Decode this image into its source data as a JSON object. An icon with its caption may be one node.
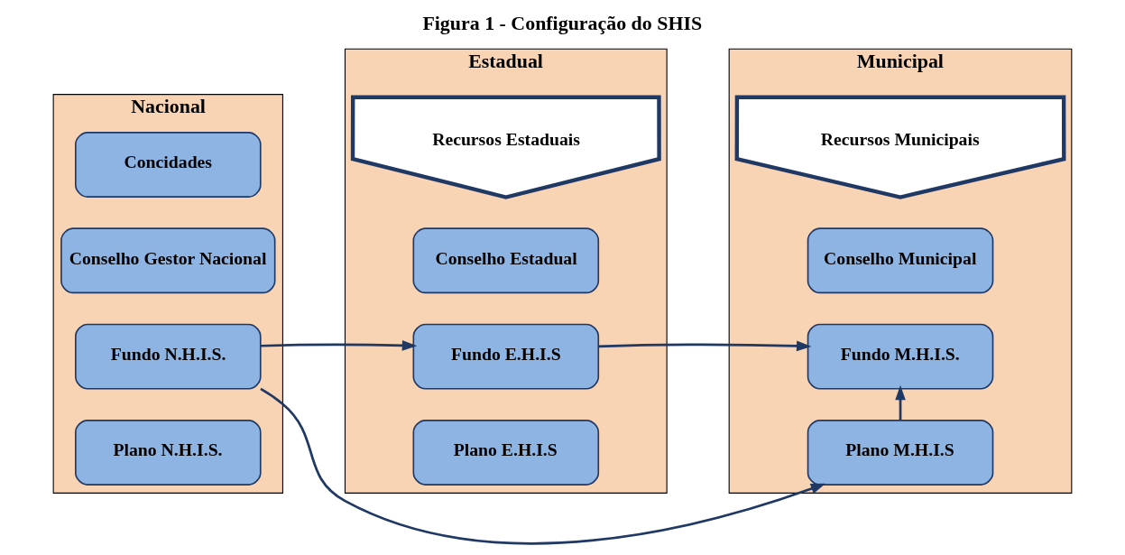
{
  "diagram": {
    "title": "Figura 1 - Configuração do SHIS",
    "nodes": [
      {
        "text": [
          "Nacional"
        ]
      },
      {
        "text": [
          "Concidades"
        ],
        "in": 0
      },
      {
        "text": [
          "Conselho Gestor Nacional"
        ],
        "in": 0
      },
      {
        "text": [
          "Fundo N.H.I.S."
        ],
        "in": 0
      },
      {
        "text": [
          "Plano N.H.I.S."
        ],
        "in": 0
      },
      {
        "text": [
          "Estadual"
        ]
      },
      {
        "text": [
          "Recursos Estaduais"
        ],
        "in": 5
      },
      {
        "text": [
          "Conselho Estadual"
        ],
        "in": 5
      },
      {
        "text": [
          "Fundo E.H.I.S"
        ],
        "in": 5
      },
      {
        "text": [
          "Plano E.H.I.S"
        ],
        "in": 5
      },
      {
        "text": [
          "Municipal"
        ]
      },
      {
        "text": [
          "Recursos Municipais"
        ],
        "in": 10
      },
      {
        "text": [
          "Conselho Municipal"
        ],
        "in": 10
      },
      {
        "text": [
          "Fundo M.H.I.S."
        ],
        "in": 10
      },
      {
        "text": [
          "Plano M.H.I.S"
        ],
        "in": 10
      }
    ],
    "edges": [
      {
        "from": 3,
        "to": 8,
        "arrow": "to"
      },
      {
        "from": 8,
        "to": 13,
        "arrow": "to"
      },
      {
        "from": 3,
        "to": 14,
        "arrow": "to"
      },
      {
        "from": 14,
        "to": 13,
        "arrow": "to"
      }
    ]
  }
}
